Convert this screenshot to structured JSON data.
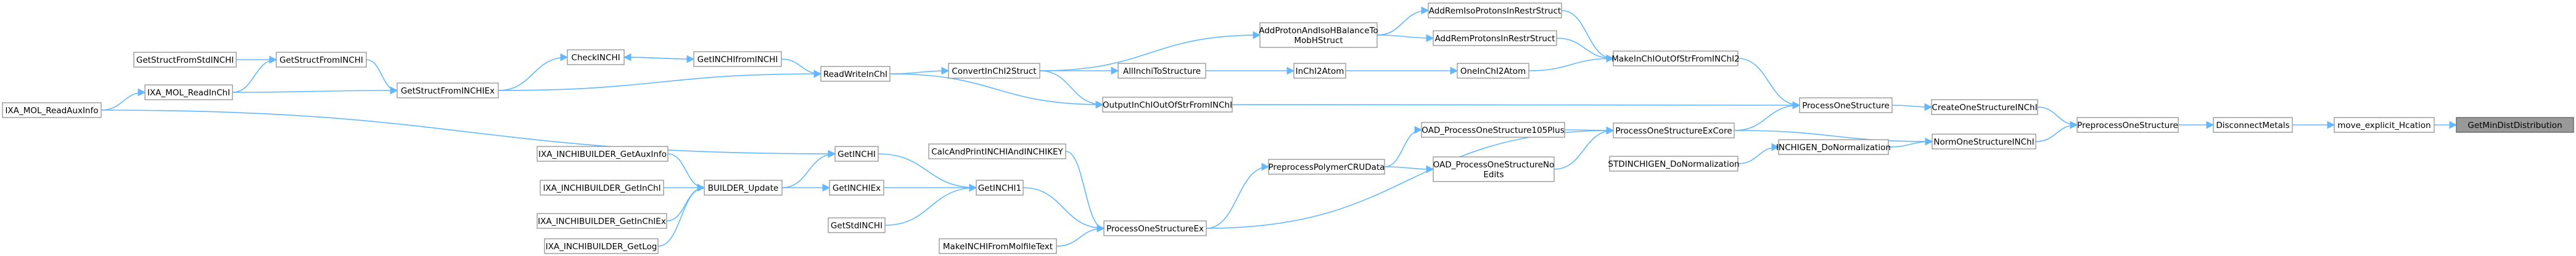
{
  "diagram": {
    "type": "call-graph",
    "direction": "right-to-left",
    "colors": {
      "node_border": "#999999",
      "root_fill": "#999999",
      "edge": "#63b8ff",
      "background": "#ffffff"
    },
    "nodes": [
      {
        "id": "GetMinDistDistribution",
        "label": "GetMinDistDistribution",
        "root": true
      },
      {
        "id": "move_explicit_Hcation",
        "label": "move_explicit_Hcation"
      },
      {
        "id": "DisconnectMetals",
        "label": "DisconnectMetals"
      },
      {
        "id": "PreprocessOneStructure",
        "label": "PreprocessOneStructure"
      },
      {
        "id": "CreateOneStructureINChI",
        "label": "CreateOneStructureINChI"
      },
      {
        "id": "NormOneStructureINChI",
        "label": "NormOneStructureINChI"
      },
      {
        "id": "ProcessOneStructure",
        "label": "ProcessOneStructure"
      },
      {
        "id": "INCHIGEN_DoNormalization",
        "label": "INCHIGEN_DoNormalization"
      },
      {
        "id": "ProcessOneStructureExCore",
        "label": "ProcessOneStructureExCore"
      },
      {
        "id": "STDINCHIGEN_DoNormalization",
        "label": "STDINCHIGEN_DoNormalization"
      },
      {
        "id": "MakeInChIOutOfStrFromINChI2",
        "label": "MakeInChIOutOfStrFromINChI2"
      },
      {
        "id": "OutputInChIOutOfStrFromINChI",
        "label": "OutputInChIOutOfStrFromINChI"
      },
      {
        "id": "OAD_ProcessOneStructure105Plus",
        "label": "OAD_ProcessOneStructure105Plus"
      },
      {
        "id": "OAD_ProcessOneStructureNoEdits",
        "label": [
          "OAD_ProcessOneStructureNo",
          "Edits"
        ]
      },
      {
        "id": "AddRemIsoProtonsInRestrStruct",
        "label": "AddRemIsoProtonsInRestrStruct"
      },
      {
        "id": "AddRemProtonsInRestrStruct",
        "label": "AddRemProtonsInRestrStruct"
      },
      {
        "id": "OneInChI2Atom",
        "label": "OneInChI2Atom"
      },
      {
        "id": "PreprocessPolymerCRUData",
        "label": "PreprocessPolymerCRUData"
      },
      {
        "id": "AddProtonAndIsoHBalanceToMobHStruct",
        "label": [
          "AddProtonAndIsoHBalanceTo",
          "MobHStruct"
        ]
      },
      {
        "id": "InChI2Atom",
        "label": "InChI2Atom"
      },
      {
        "id": "ProcessOneStructureEx",
        "label": "ProcessOneStructureEx"
      },
      {
        "id": "AllInchiToStructure",
        "label": "AllInchiToStructure"
      },
      {
        "id": "CalcAndPrintINCHIAndINCHIKEY",
        "label": "CalcAndPrintINCHIAndINCHIKEY"
      },
      {
        "id": "GetINCHI1",
        "label": "GetINCHI1"
      },
      {
        "id": "MakeINCHIFromMolfileText",
        "label": "MakeINCHIFromMolfileText"
      },
      {
        "id": "ConvertInChI2Struct",
        "label": "ConvertInChI2Struct"
      },
      {
        "id": "GetINCHI",
        "label": "GetINCHI"
      },
      {
        "id": "GetINCHIEx",
        "label": "GetINCHIEx"
      },
      {
        "id": "GetStdINCHI",
        "label": "GetStdINCHI"
      },
      {
        "id": "ReadWriteInChI",
        "label": "ReadWriteInChI"
      },
      {
        "id": "BUILDER_Update",
        "label": "BUILDER_Update"
      },
      {
        "id": "GetINCHIfromINCHI",
        "label": "GetINCHIfromINCHI"
      },
      {
        "id": "IXA_INCHIBUILDER_GetAuxInfo",
        "label": "IXA_INCHIBUILDER_GetAuxInfo"
      },
      {
        "id": "IXA_INCHIBUILDER_GetInChI",
        "label": "IXA_INCHIBUILDER_GetInChI"
      },
      {
        "id": "IXA_INCHIBUILDER_GetInChIEx",
        "label": "IXA_INCHIBUILDER_GetInChIEx"
      },
      {
        "id": "IXA_INCHIBUILDER_GetLog",
        "label": "IXA_INCHIBUILDER_GetLog"
      },
      {
        "id": "CheckINCHI",
        "label": "CheckINCHI"
      },
      {
        "id": "GetStructFromINCHIEx",
        "label": "GetStructFromINCHIEx"
      },
      {
        "id": "GetStructFromINCHI",
        "label": "GetStructFromINCHI"
      },
      {
        "id": "IXA_MOL_ReadInChI",
        "label": "IXA_MOL_ReadInChI"
      },
      {
        "id": "GetStructFromStdINCHI",
        "label": "GetStructFromStdINCHI"
      },
      {
        "id": "IXA_MOL_ReadAuxInfo",
        "label": "IXA_MOL_ReadAuxInfo"
      }
    ],
    "edges": [
      [
        "GetMinDistDistribution",
        "move_explicit_Hcation"
      ],
      [
        "move_explicit_Hcation",
        "DisconnectMetals"
      ],
      [
        "DisconnectMetals",
        "PreprocessOneStructure"
      ],
      [
        "PreprocessOneStructure",
        "CreateOneStructureINChI"
      ],
      [
        "PreprocessOneStructure",
        "NormOneStructureINChI"
      ],
      [
        "CreateOneStructureINChI",
        "ProcessOneStructure"
      ],
      [
        "NormOneStructureINChI",
        "INCHIGEN_DoNormalization"
      ],
      [
        "NormOneStructureINChI",
        "ProcessOneStructureExCore"
      ],
      [
        "INCHIGEN_DoNormalization",
        "STDINCHIGEN_DoNormalization"
      ],
      [
        "ProcessOneStructure",
        "MakeInChIOutOfStrFromINChI2"
      ],
      [
        "ProcessOneStructure",
        "OutputInChIOutOfStrFromINChI"
      ],
      [
        "ProcessOneStructure",
        "ProcessOneStructureExCore"
      ],
      [
        "ProcessOneStructureExCore",
        "OAD_ProcessOneStructure105Plus"
      ],
      [
        "ProcessOneStructureExCore",
        "OAD_ProcessOneStructureNoEdits"
      ],
      [
        "ProcessOneStructureExCore",
        "ProcessOneStructureEx"
      ],
      [
        "MakeInChIOutOfStrFromINChI2",
        "AddRemIsoProtonsInRestrStruct"
      ],
      [
        "MakeInChIOutOfStrFromINChI2",
        "AddRemProtonsInRestrStruct"
      ],
      [
        "MakeInChIOutOfStrFromINChI2",
        "OneInChI2Atom"
      ],
      [
        "AddRemIsoProtonsInRestrStruct",
        "AddProtonAndIsoHBalanceToMobHStruct"
      ],
      [
        "AddRemProtonsInRestrStruct",
        "AddProtonAndIsoHBalanceToMobHStruct"
      ],
      [
        "OneInChI2Atom",
        "InChI2Atom"
      ],
      [
        "InChI2Atom",
        "AllInchiToStructure"
      ],
      [
        "AllInchiToStructure",
        "ConvertInChI2Struct"
      ],
      [
        "AddProtonAndIsoHBalanceToMobHStruct",
        "ConvertInChI2Struct"
      ],
      [
        "OutputInChIOutOfStrFromINChI",
        "ConvertInChI2Struct"
      ],
      [
        "OutputInChIOutOfStrFromINChI",
        "ReadWriteInChI"
      ],
      [
        "OAD_ProcessOneStructure105Plus",
        "PreprocessPolymerCRUData"
      ],
      [
        "OAD_ProcessOneStructureNoEdits",
        "PreprocessPolymerCRUData"
      ],
      [
        "PreprocessPolymerCRUData",
        "ProcessOneStructureEx"
      ],
      [
        "ProcessOneStructureEx",
        "CalcAndPrintINCHIAndINCHIKEY"
      ],
      [
        "ProcessOneStructureEx",
        "GetINCHI1"
      ],
      [
        "ProcessOneStructureEx",
        "MakeINCHIFromMolfileText"
      ],
      [
        "GetINCHI1",
        "GetINCHI"
      ],
      [
        "GetINCHI1",
        "GetINCHIEx"
      ],
      [
        "GetINCHI1",
        "GetStdINCHI"
      ],
      [
        "GetINCHI",
        "BUILDER_Update"
      ],
      [
        "GetINCHI",
        "IXA_MOL_ReadAuxInfo"
      ],
      [
        "GetINCHIEx",
        "BUILDER_Update"
      ],
      [
        "BUILDER_Update",
        "IXA_INCHIBUILDER_GetAuxInfo"
      ],
      [
        "BUILDER_Update",
        "IXA_INCHIBUILDER_GetInChI"
      ],
      [
        "BUILDER_Update",
        "IXA_INCHIBUILDER_GetInChIEx"
      ],
      [
        "BUILDER_Update",
        "IXA_INCHIBUILDER_GetLog"
      ],
      [
        "ConvertInChI2Struct",
        "ReadWriteInChI"
      ],
      [
        "ReadWriteInChI",
        "GetINCHIfromINCHI"
      ],
      [
        "ReadWriteInChI",
        "GetStructFromINCHIEx"
      ],
      [
        "GetINCHIfromINCHI",
        "CheckINCHI"
      ],
      [
        "CheckINCHI",
        "GetINCHIfromINCHI"
      ],
      [
        "CheckINCHI",
        "GetStructFromINCHIEx"
      ],
      [
        "GetStructFromINCHIEx",
        "GetStructFromINCHI"
      ],
      [
        "GetStructFromINCHIEx",
        "IXA_MOL_ReadInChI"
      ],
      [
        "GetStructFromINCHI",
        "GetStructFromStdINCHI"
      ],
      [
        "GetStructFromINCHI",
        "IXA_MOL_ReadInChI"
      ],
      [
        "IXA_MOL_ReadInChI",
        "IXA_MOL_ReadAuxInfo"
      ]
    ]
  }
}
